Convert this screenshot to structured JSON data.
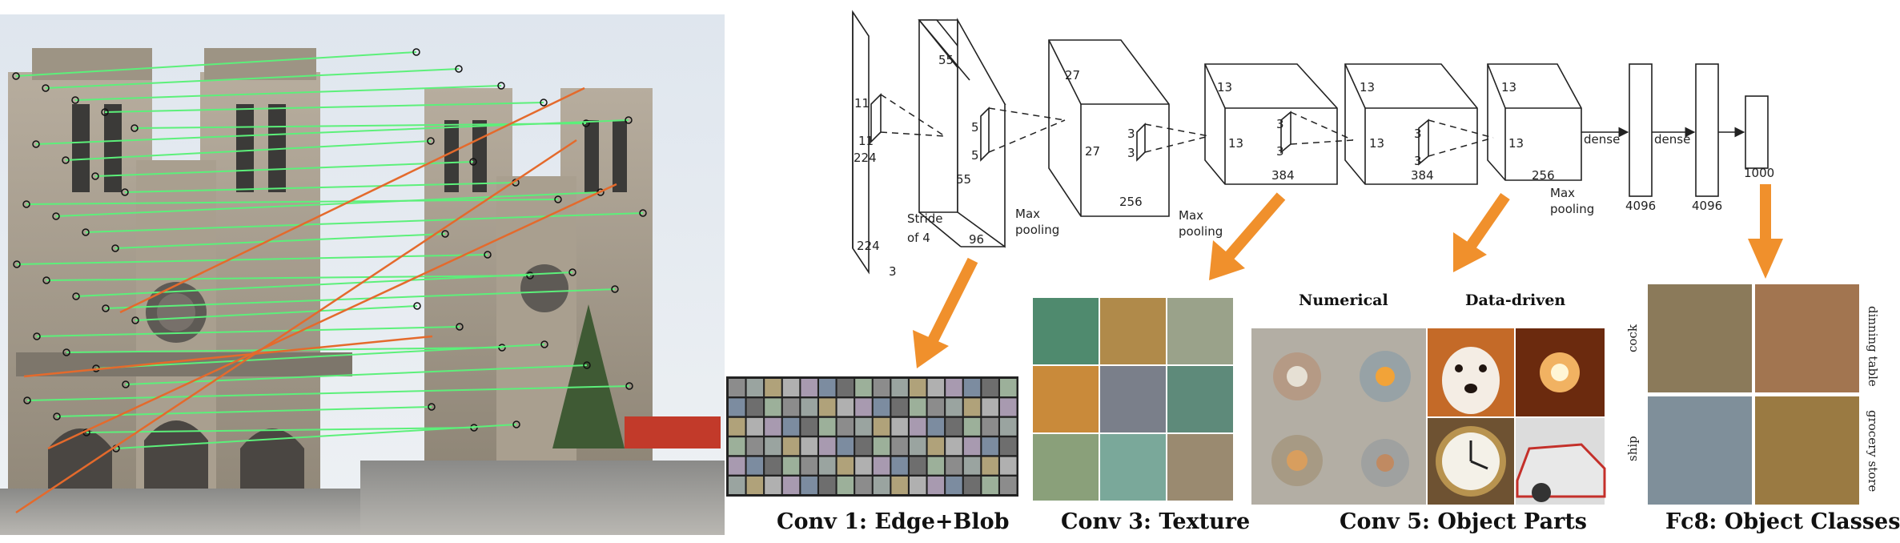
{
  "network": {
    "labels": [
      {
        "id": "in-h",
        "text": "11"
      },
      {
        "id": "in-w",
        "text": "11"
      },
      {
        "id": "in-224a",
        "text": "224"
      },
      {
        "id": "in-224b",
        "text": "224"
      },
      {
        "id": "in-3",
        "text": "3"
      },
      {
        "id": "c1-55a",
        "text": "55"
      },
      {
        "id": "c1-55b",
        "text": "55"
      },
      {
        "id": "c1-5a",
        "text": "5"
      },
      {
        "id": "c1-5b",
        "text": "5"
      },
      {
        "id": "c1-96",
        "text": "96"
      },
      {
        "id": "stride",
        "text": "Stride"
      },
      {
        "id": "of4",
        "text": "of 4"
      },
      {
        "id": "mp1a",
        "text": "Max"
      },
      {
        "id": "mp1b",
        "text": "pooling"
      },
      {
        "id": "c2-27a",
        "text": "27"
      },
      {
        "id": "c2-27b",
        "text": "27"
      },
      {
        "id": "c2-3a",
        "text": "3"
      },
      {
        "id": "c2-3b",
        "text": "3"
      },
      {
        "id": "c2-256",
        "text": "256"
      },
      {
        "id": "mp2a",
        "text": "Max"
      },
      {
        "id": "mp2b",
        "text": "pooling"
      },
      {
        "id": "c3-13a",
        "text": "13"
      },
      {
        "id": "c3-13b",
        "text": "13"
      },
      {
        "id": "c3-3a",
        "text": "3"
      },
      {
        "id": "c3-3b",
        "text": "3"
      },
      {
        "id": "c3-384",
        "text": "384"
      },
      {
        "id": "c4-13a",
        "text": "13"
      },
      {
        "id": "c4-13b",
        "text": "13"
      },
      {
        "id": "c4-3a",
        "text": "3"
      },
      {
        "id": "c4-3b",
        "text": "3"
      },
      {
        "id": "c4-384",
        "text": "384"
      },
      {
        "id": "c5-13a",
        "text": "13"
      },
      {
        "id": "c5-13b",
        "text": "13"
      },
      {
        "id": "c5-256",
        "text": "256"
      },
      {
        "id": "mp3a",
        "text": "Max"
      },
      {
        "id": "mp3b",
        "text": "pooling"
      },
      {
        "id": "dense1",
        "text": "dense"
      },
      {
        "id": "dense2",
        "text": "dense"
      },
      {
        "id": "fc1",
        "text": "4096"
      },
      {
        "id": "fc2",
        "text": "4096"
      },
      {
        "id": "fc3",
        "text": "1000"
      }
    ]
  },
  "panels": {
    "conv1": {
      "title": "Conv 1: Edge+Blob"
    },
    "conv3": {
      "title": "Conv 3: Texture"
    },
    "conv5": {
      "title": "Conv 5: Object Parts",
      "left_heading": "Numerical",
      "right_heading": "Data-driven"
    },
    "fc8": {
      "title": "Fc8: Object Classes",
      "class_labels": [
        "cock",
        "dinning table",
        "ship",
        "grocery store"
      ]
    }
  },
  "colors": {
    "arrow": "#f0902c",
    "match_line": "#5cf07a",
    "mismatch_line": "#e46a2c",
    "stroke": "#222222"
  }
}
